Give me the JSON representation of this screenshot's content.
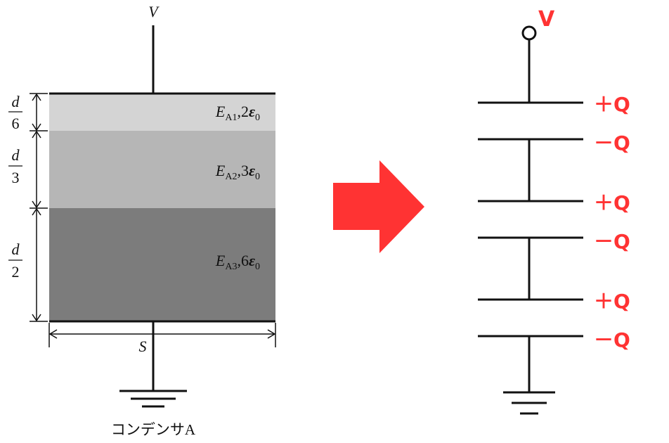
{
  "left": {
    "voltage_label": "V",
    "area_label": "S",
    "caption": "コンデンサA",
    "layers": [
      {
        "symbol": "E",
        "sub": "A1",
        "sep": ",",
        "coef": "2",
        "eps": "ε",
        "eps_sub": "0",
        "frac_num": "d",
        "frac_den": "6",
        "fraction": 0.1667,
        "color": "#d4d4d4"
      },
      {
        "symbol": "E",
        "sub": "A2",
        "sep": ",",
        "coef": "3",
        "eps": "ε",
        "eps_sub": "0",
        "frac_num": "d",
        "frac_den": "3",
        "fraction": 0.3333,
        "color": "#b6b6b6"
      },
      {
        "symbol": "E",
        "sub": "A3",
        "sep": ",",
        "coef": "6",
        "eps": "ε",
        "eps_sub": "0",
        "frac_num": "d",
        "frac_den": "2",
        "fraction": 0.5,
        "color": "#7c7c7c"
      }
    ]
  },
  "right": {
    "voltage_label": "V",
    "charges": [
      "＋Q",
      "－Q",
      "＋Q",
      "－Q",
      "＋Q",
      "－Q"
    ],
    "charge_color": "#ff3333"
  },
  "arrow_color": "#ff3333"
}
